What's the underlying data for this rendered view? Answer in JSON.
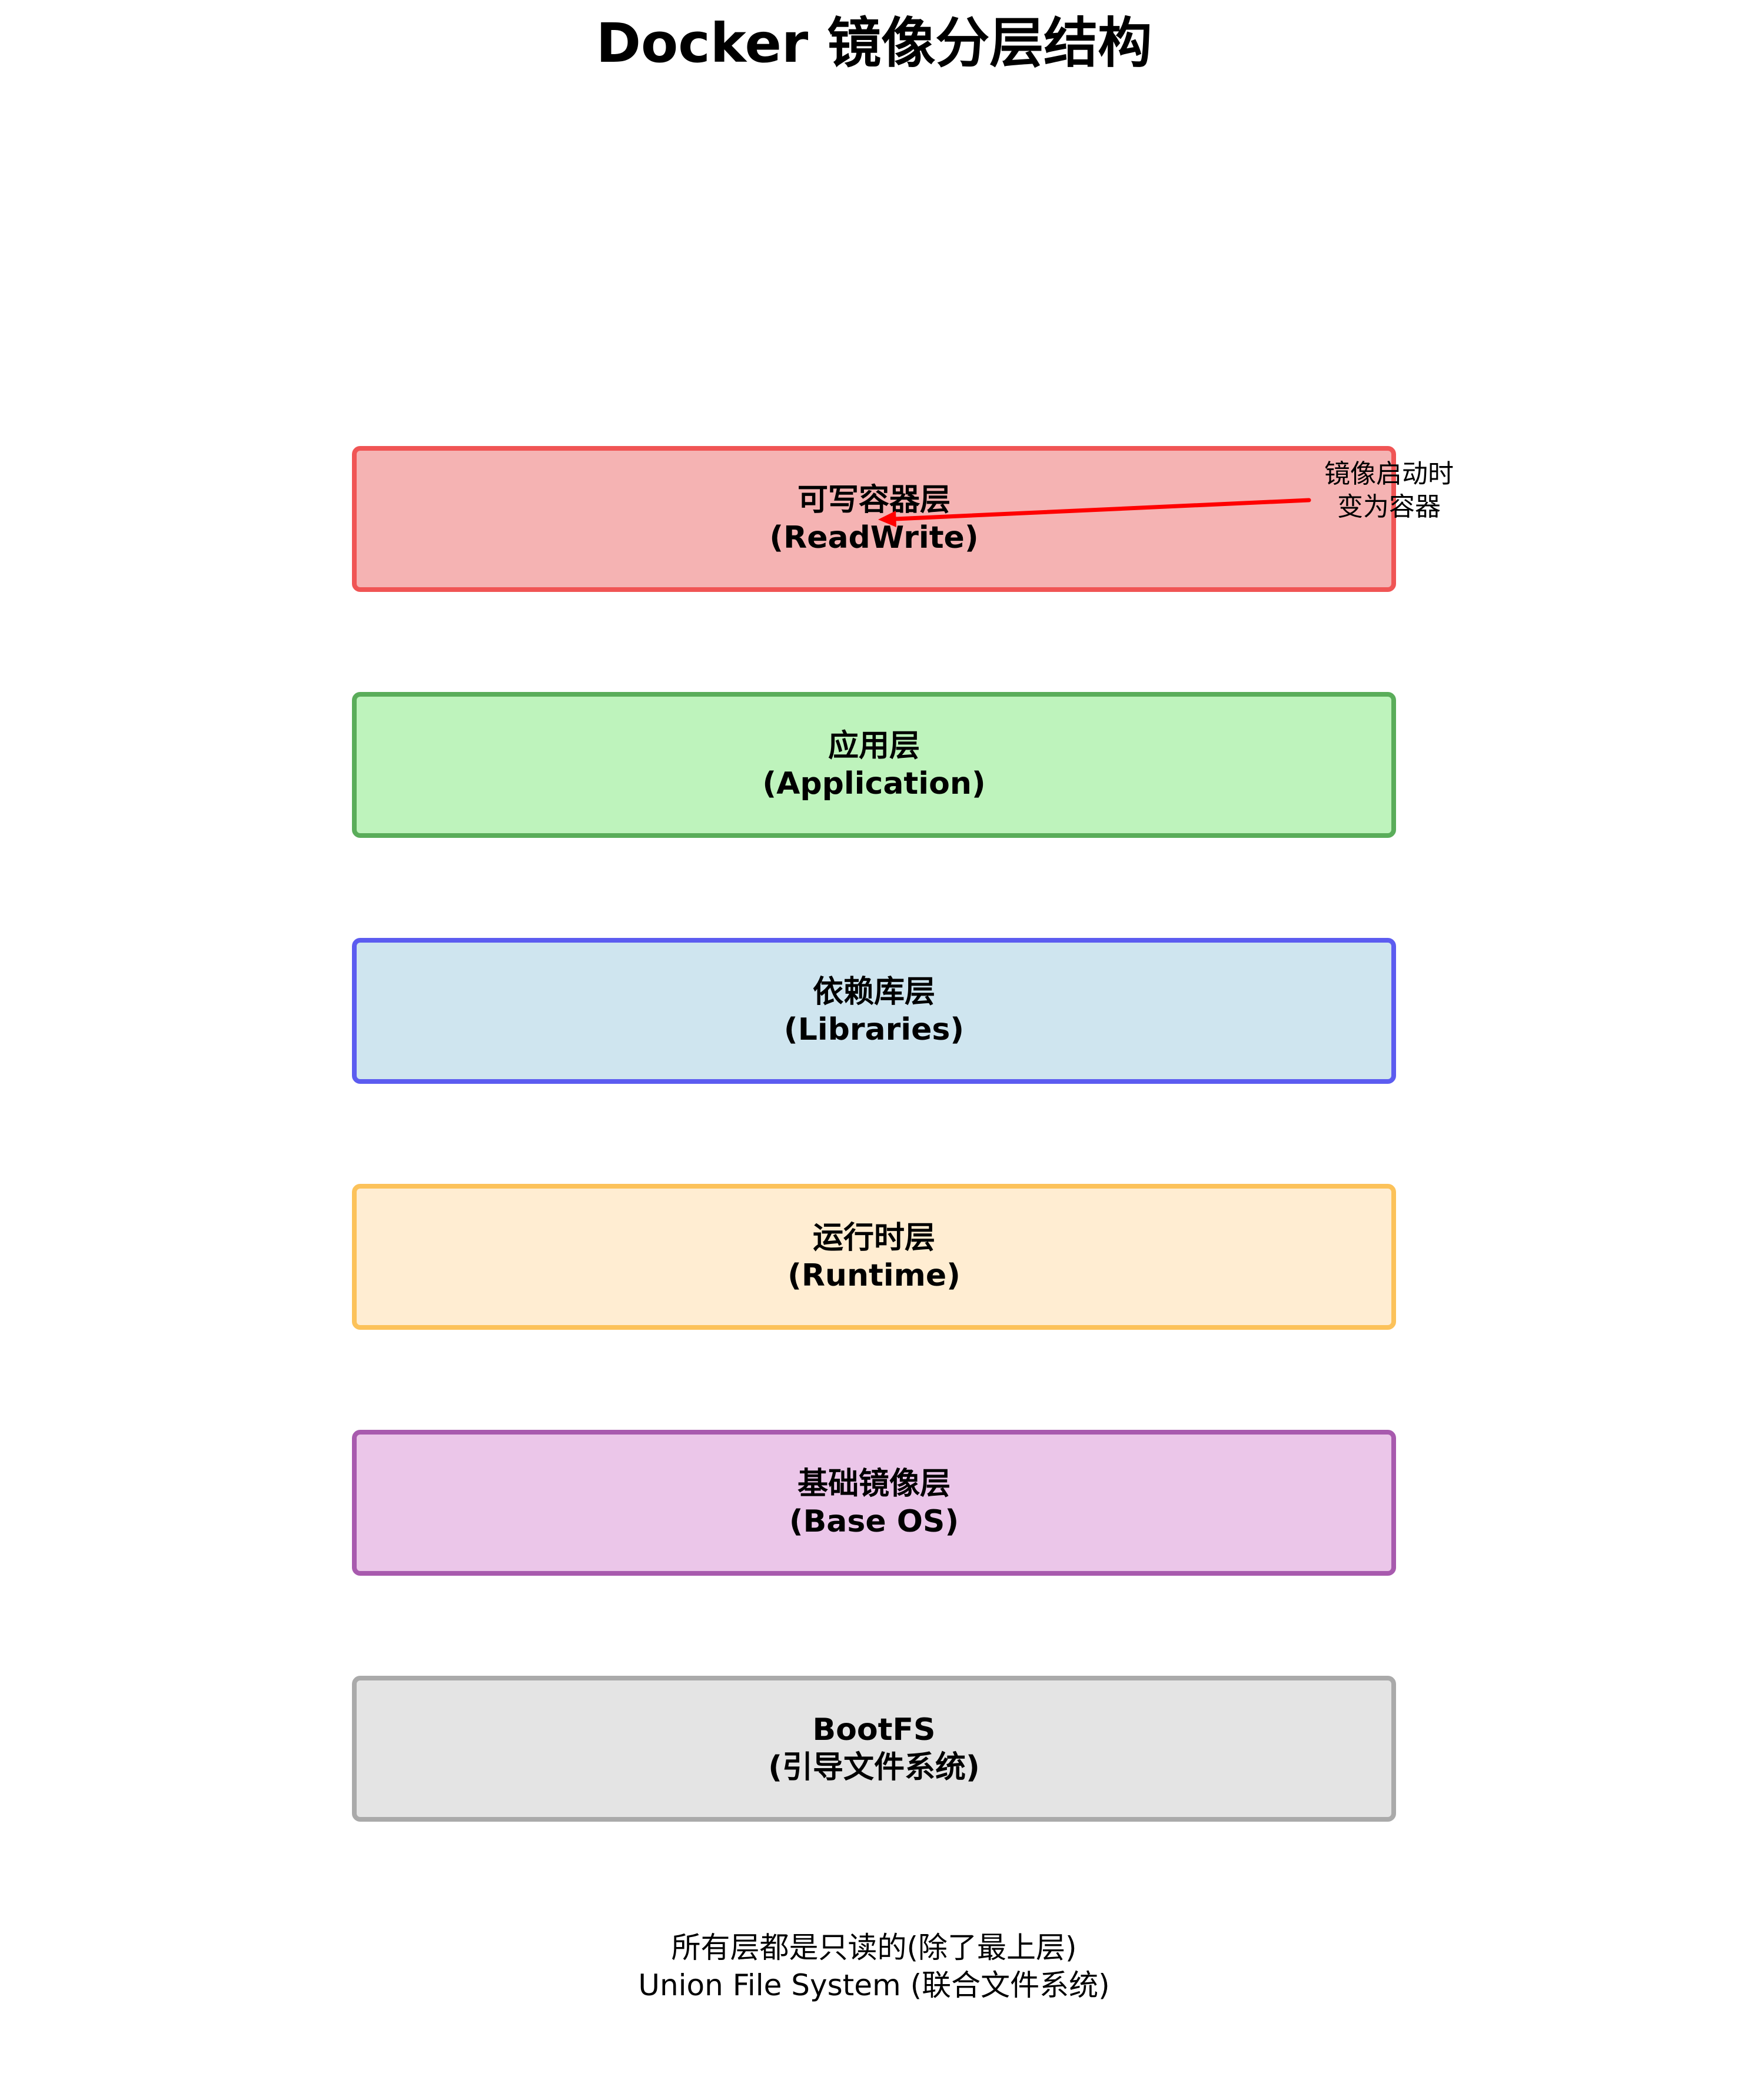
{
  "title": "Docker 镜像分层结构",
  "layers": [
    {
      "line1": "可写容器层",
      "line2": "(ReadWrite)",
      "fill": "#f5b3b3",
      "border": "#f05555"
    },
    {
      "line1": "应用层",
      "line2": "(Application)",
      "fill": "#bef3bc",
      "border": "#5aad5a"
    },
    {
      "line1": "依赖库层",
      "line2": "(Libraries)",
      "fill": "#cfe5ef",
      "border": "#5c5cf0"
    },
    {
      "line1": "运行时层",
      "line2": "(Runtime)",
      "fill": "#ffedd2",
      "border": "#fcc25a"
    },
    {
      "line1": "基础镜像层",
      "line2": "(Base OS)",
      "fill": "#ebc6e9",
      "border": "#a85aae"
    },
    {
      "line1": "BootFS",
      "line2": "(引导文件系统)",
      "fill": "#e4e4e4",
      "border": "#aaaaaa"
    }
  ],
  "annotation": {
    "line1": "镜像启动时",
    "line2": "变为容器",
    "arrow_color": "#ff0000"
  },
  "footer": {
    "line1": "所有层都是只读的(除了最上层)",
    "line2": "Union File System (联合文件系统)"
  }
}
